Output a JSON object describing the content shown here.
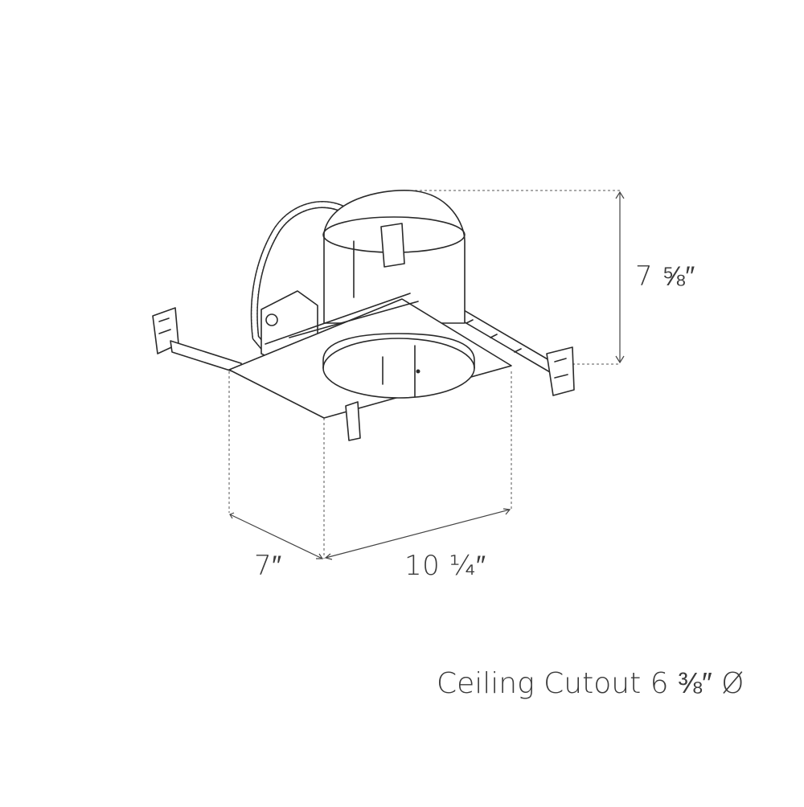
{
  "dimensions": {
    "height_label": "7 ⅝″",
    "depth_label": "7″",
    "width_label": "10 ¼″"
  },
  "caption": "Ceiling Cutout 6 ⅜″ Ø"
}
